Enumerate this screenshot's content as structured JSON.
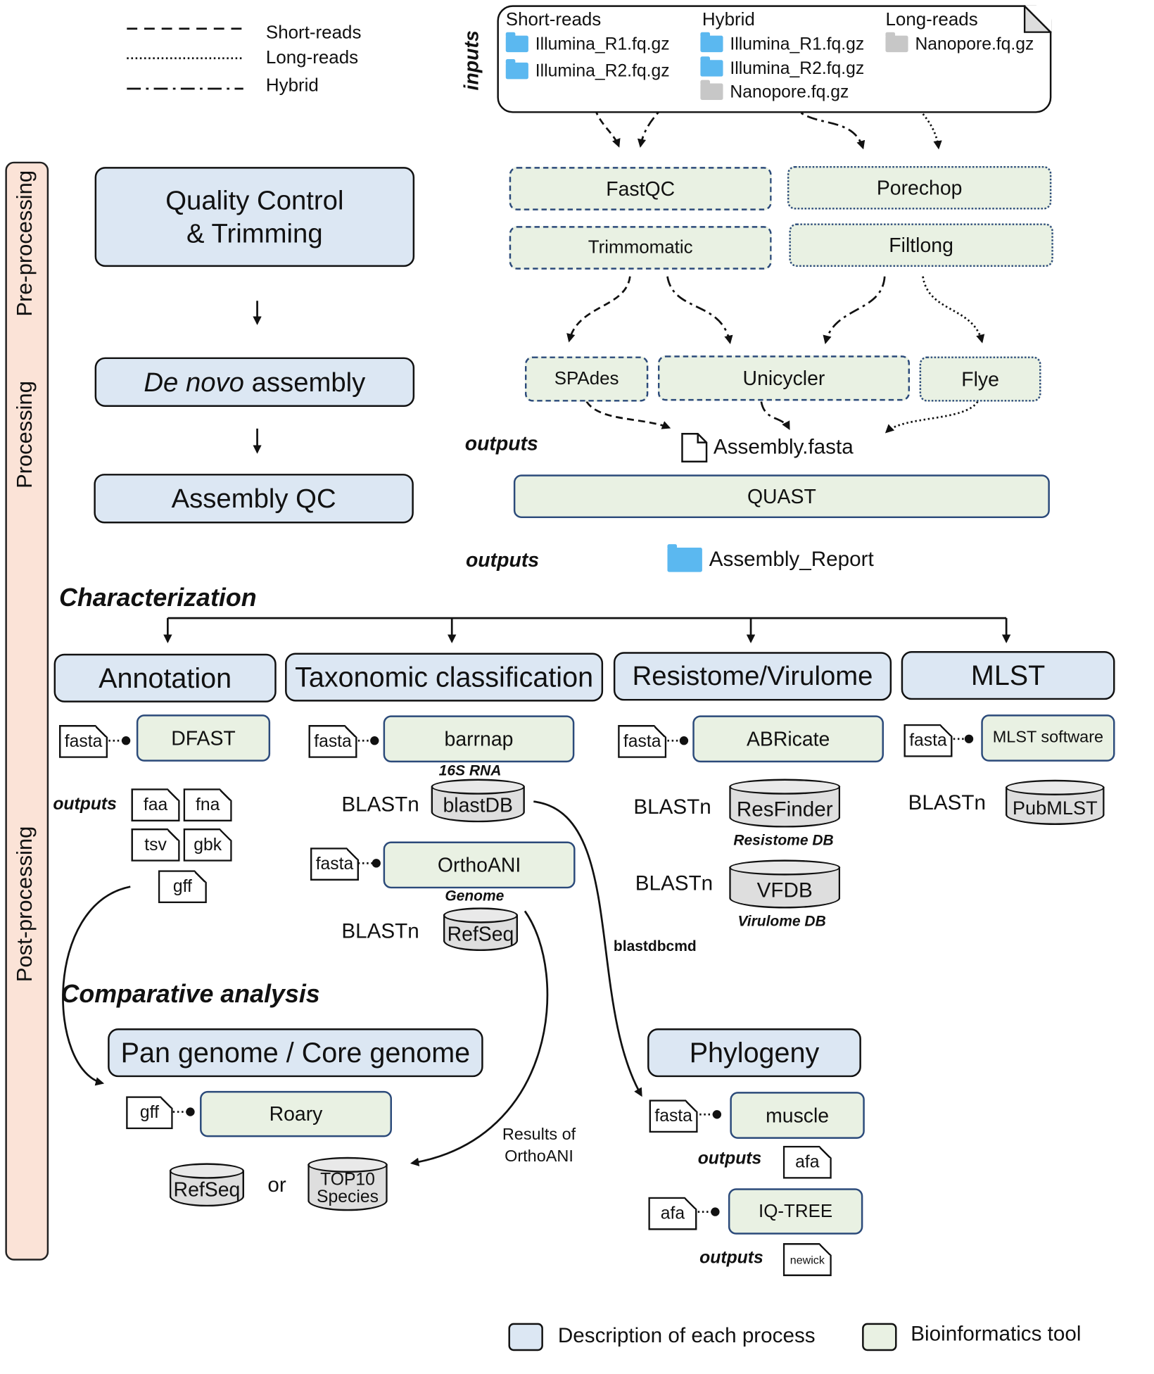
{
  "legend_lines": {
    "short": "Short-reads",
    "long": "Long-reads",
    "hybrid": "Hybrid"
  },
  "stages": {
    "pre": "Pre-processing",
    "processing": "Processing",
    "post": "Post-processing"
  },
  "inputs": {
    "label": "inputs",
    "short_title": "Short-reads",
    "hybrid_title": "Hybrid",
    "long_title": "Long-reads",
    "short_files": [
      "Illumina_R1.fq.gz",
      "Illumina_R2.fq.gz"
    ],
    "hybrid_files": [
      "Illumina_R1.fq.gz",
      "Illumina_R2.fq.gz",
      "Nanopore.fq.gz"
    ],
    "long_files": [
      "Nanopore.fq.gz"
    ]
  },
  "process": {
    "qc_line1": "Quality Control",
    "qc_line2": "& Trimming",
    "denovo_italic": "De novo",
    "denovo_rest": " assembly",
    "assembly_qc": "Assembly QC"
  },
  "tools": {
    "fastqc": "FastQC",
    "trimmomatic": "Trimmomatic",
    "porechop": "Porechop",
    "filtlong": "Filtlong",
    "spades": "SPAdes",
    "unicycler": "Unicycler",
    "flye": "Flye",
    "quast": "QUAST",
    "dfast": "DFAST",
    "barrnap": "barrnap",
    "orthoani": "OrthoANI",
    "abricate": "ABRicate",
    "mlst_software": "MLST software",
    "roary": "Roary",
    "muscle": "muscle",
    "iqtree": "IQ-TREE"
  },
  "outputs": {
    "label": "outputs",
    "assembly_fasta": "Assembly.fasta",
    "assembly_report": "Assembly_Report"
  },
  "sections": {
    "characterization": "Characterization",
    "annotation": "Annotation",
    "taxonomic": "Taxonomic classification",
    "resistome": "Resistome/Virulome",
    "mlst": "MLST",
    "comparative": "Comparative analysis",
    "pangenome": "Pan genome / Core genome",
    "phylogeny": "Phylogeny"
  },
  "files": {
    "fasta": "fasta",
    "faa": "faa",
    "fna": "fna",
    "tsv": "tsv",
    "gbk": "gbk",
    "gff": "gff",
    "afa": "afa",
    "newick": "newick"
  },
  "databases": {
    "blastn": "BLASTn",
    "blastdb": "blastDB",
    "rna16s": "16S RNA",
    "refseq": "RefSeq",
    "genome": "Genome",
    "resfinder": "ResFinder",
    "resistome_db": "Resistome DB",
    "vfdb": "VFDB",
    "virulome_db": "Virulome DB",
    "pubmlst": "PubMLST",
    "top10_line1": "TOP10",
    "top10_line2": "Species",
    "or": "or"
  },
  "annotations": {
    "blastdbcmd": "blastdbcmd",
    "results_line1": "Results of",
    "results_line2": "OrthoANI"
  },
  "legend_boxes": {
    "process": "Description of each process",
    "tool": "Bioinformatics tool"
  },
  "colors": {
    "process_fill": "#dce7f3",
    "tool_fill": "#e9f1e3",
    "tool_border": "#2b4a7a",
    "stage_fill": "#fbe3d7",
    "folder_blue": "#5bb8f0"
  }
}
